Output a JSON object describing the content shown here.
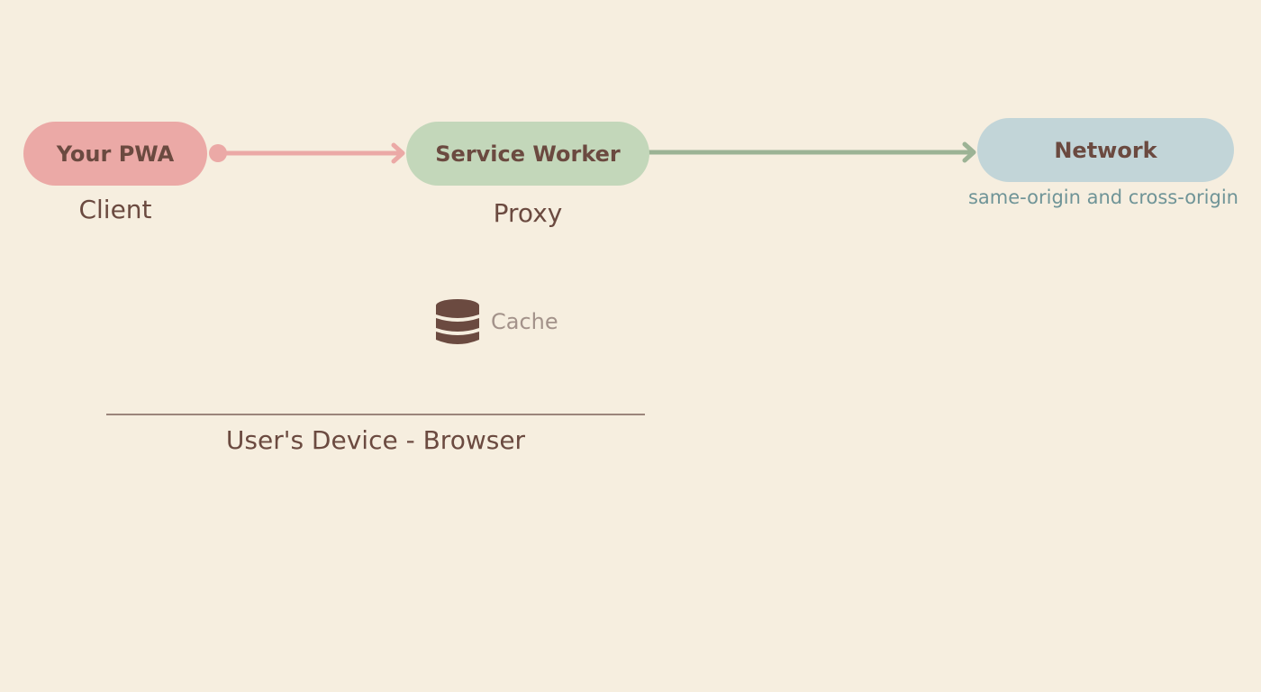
{
  "nodes": {
    "pwa": {
      "label": "Your PWA",
      "sublabel": "Client"
    },
    "service_worker": {
      "label": "Service Worker",
      "sublabel": "Proxy"
    },
    "network": {
      "label": "Network",
      "sublabel": "same-origin and cross-origin"
    }
  },
  "cache": {
    "label": "Cache",
    "icon": "database-icon"
  },
  "device": {
    "label": "User's Device - Browser"
  },
  "colors": {
    "background": "#f6eedf",
    "pwa": "#eba9a6",
    "service_worker": "#c3d7ba",
    "network": "#c2d5d8",
    "pwa_to_sw_arrow": "#eba9a6",
    "sw_to_network_arrow": "#9cb395",
    "text": "#6b4a40",
    "network_sublabel": "#6f9497",
    "cache_label": "#a3928a",
    "device_line": "#9b857b"
  }
}
